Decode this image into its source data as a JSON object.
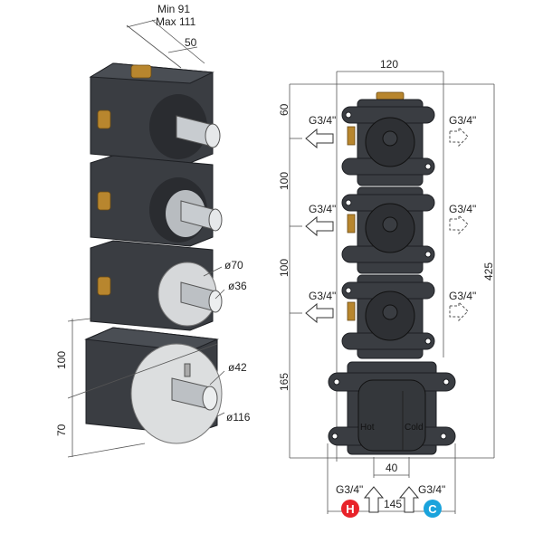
{
  "left_view": {
    "depth_min": "Min 91",
    "depth_max": "Max 111",
    "dim_50": "50",
    "dia_70": "ø70",
    "dia_36": "ø36",
    "dia_42": "ø42",
    "dia_116": "ø116",
    "dim_100": "100",
    "dim_70": "70"
  },
  "front_view": {
    "width_top": "120",
    "height_total": "425",
    "left_dims": [
      "60",
      "100",
      "100",
      "165"
    ],
    "outlet_labels": [
      "G3/4\"",
      "G3/4\"",
      "G3/4\""
    ],
    "outlet_labels_right": [
      "G3/4\"",
      "G3/4\"",
      "G3/4\""
    ],
    "hot_label": "Hot",
    "cold_label": "Cold",
    "inlet_spacing": "40",
    "width_bottom": "145",
    "inlet_hot_label": "G3/4\"",
    "inlet_cold_label": "G3/4\"",
    "hot_badge": "H",
    "cold_badge": "C"
  },
  "colors": {
    "hot": "#e8232a",
    "cold": "#1aa3dc",
    "body": "#3a3d42",
    "brass": "#b8862e"
  }
}
